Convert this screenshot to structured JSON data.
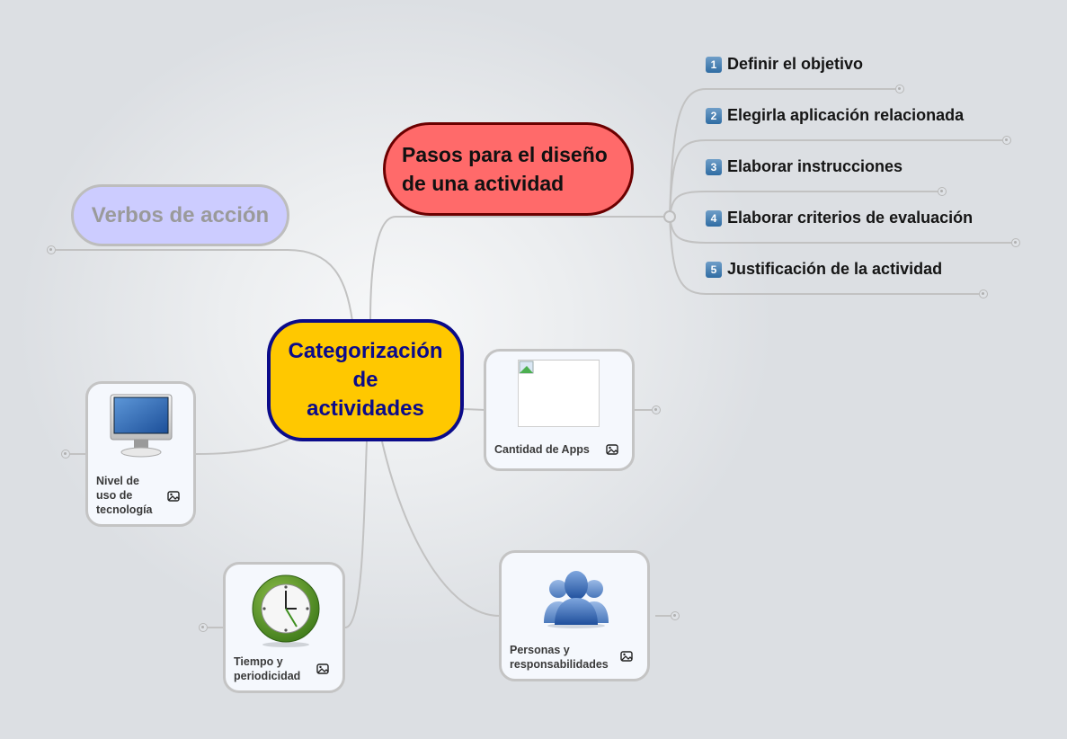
{
  "central_topic": {
    "line1": "Categorización",
    "line2": "de",
    "line3": "actividades",
    "fill": "#ffc800",
    "border": "#0b0b8a"
  },
  "topics": {
    "pasos": {
      "line1": "Pasos para el diseño",
      "line2": "de una actividad",
      "fill": "#ff6a6a",
      "border": "#6b0000",
      "steps": [
        {
          "badge": "1",
          "label": "Definir el objetivo"
        },
        {
          "badge": "2",
          "label": "Elegirla aplicación relacionada"
        },
        {
          "badge": "3",
          "label": "Elaborar instrucciones"
        },
        {
          "badge": "4",
          "label": "Elaborar criterios de evaluación"
        },
        {
          "badge": "5",
          "label": "Justificación de la actividad"
        }
      ]
    },
    "verbos": {
      "label": "Verbos de acción",
      "fill": "#ccccff"
    },
    "apps": {
      "label": "Cantidad de Apps",
      "image": "broken-image"
    },
    "tecnologia": {
      "line1": "Nivel de",
      "line2": "uso de",
      "line3": "tecnología",
      "image": "monitor-icon"
    },
    "tiempo": {
      "line1": "Tiempo y",
      "line2": "periodicidad",
      "image": "clock-icon"
    },
    "personas": {
      "line1": "Personas y",
      "line2": "responsabilidades",
      "image": "people-icon"
    }
  }
}
